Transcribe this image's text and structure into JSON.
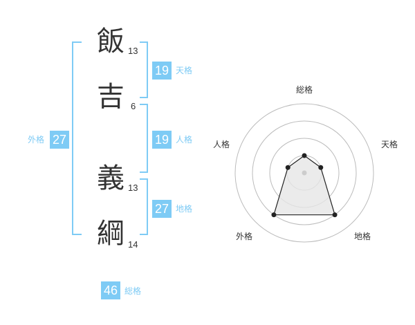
{
  "name_chars": [
    {
      "char": "飯",
      "strokes": "13"
    },
    {
      "char": "吉",
      "strokes": "6"
    },
    {
      "char": "義",
      "strokes": "13"
    },
    {
      "char": "綱",
      "strokes": "14"
    }
  ],
  "fortunes": {
    "tenkaku": {
      "label": "天格",
      "value": "19"
    },
    "jinkaku": {
      "label": "人格",
      "value": "19"
    },
    "chikaku": {
      "label": "地格",
      "value": "27"
    },
    "gaikaku": {
      "label": "外格",
      "value": "27"
    },
    "soukaku": {
      "label": "総格",
      "value": "46"
    }
  },
  "radar": {
    "axes": [
      "総格",
      "天格",
      "地格",
      "外格",
      "人格"
    ],
    "levels": 4,
    "values": [
      1,
      1,
      3,
      3,
      1
    ],
    "colors": {
      "ring": "#bbbbbb",
      "fill": "#e6e6e6",
      "stroke": "#222222",
      "accent": "#7ecbf5"
    }
  }
}
